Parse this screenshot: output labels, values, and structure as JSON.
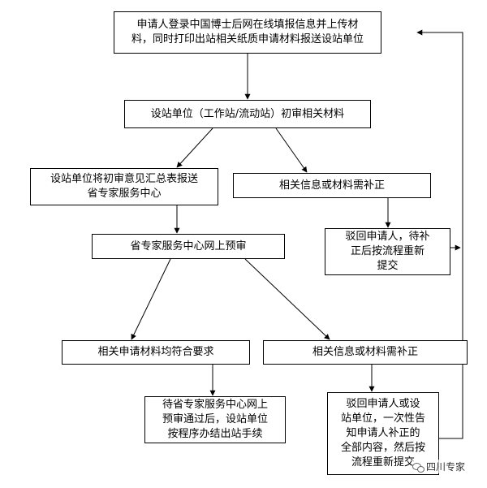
{
  "nodes": {
    "n1": "申请人登录中国博士后网在线填报信息并上传材\n料，同时打印出站相关纸质申请材料报送设站单位",
    "n2": "设站单位（工作站/流动站）初审相关材料",
    "n3": "设站单位将初审意见汇总表报送\n省专家服务中心",
    "n4": "相关信息或材料需补正",
    "n5": "驳回申请人，待补\n正后按流程重新\n提交",
    "n6": "省专家服务中心网上预审",
    "n7": "相关申请材料均符合要求",
    "n8": "相关信息或材料需补正",
    "n9": "待省专家服务中心网上\n预审通过后，设站单位\n按程序办结出站手续",
    "n10": "驳回申请人或设\n站单位，一次性告\n知申请人补正的\n全部内容，然后按\n流程重新提交"
  },
  "watermark": "四川专家"
}
